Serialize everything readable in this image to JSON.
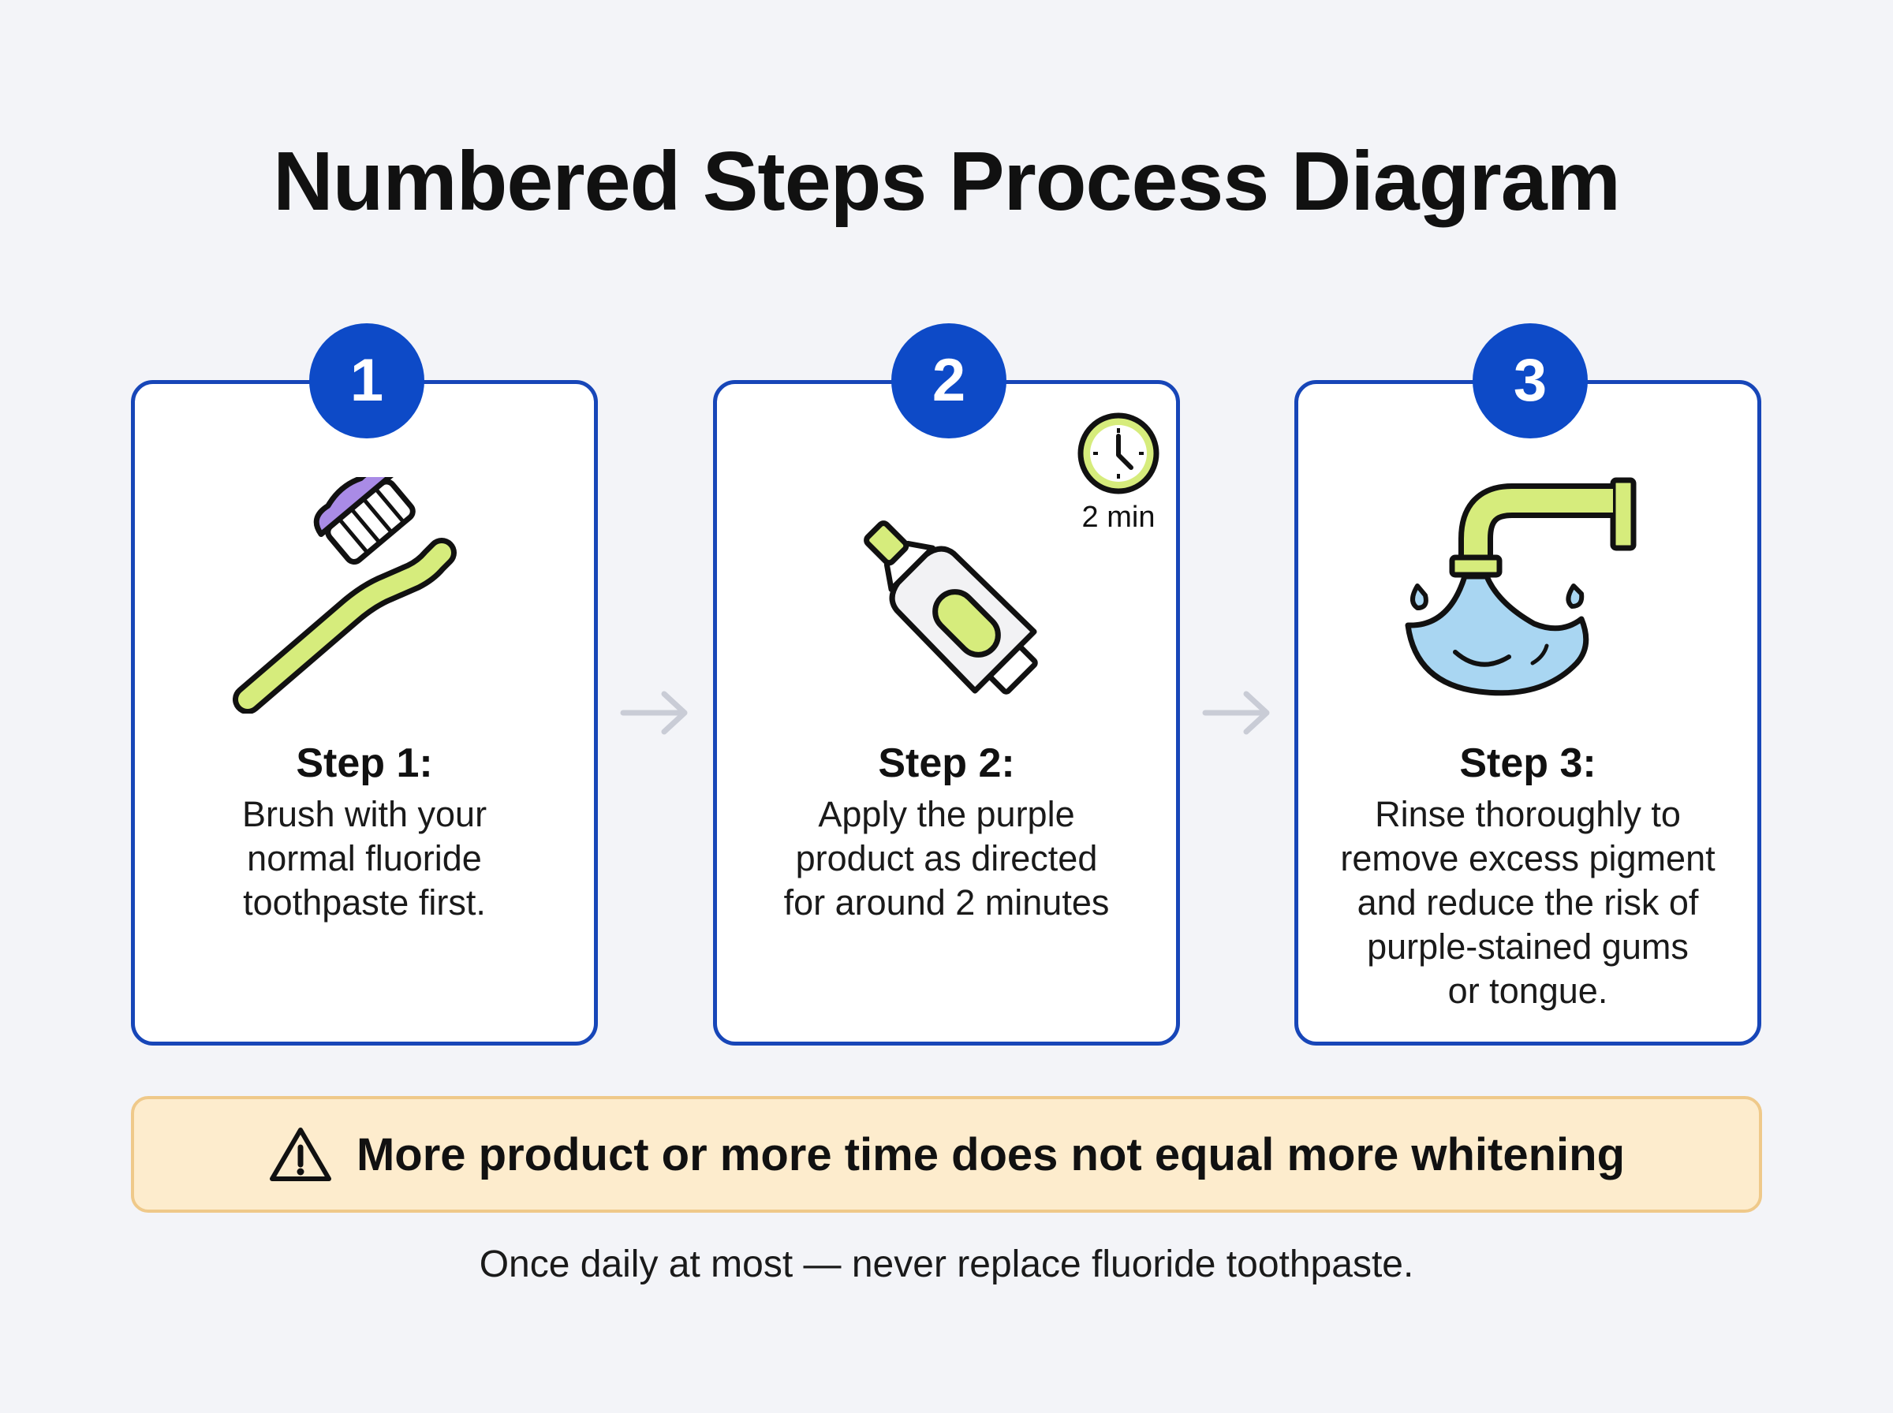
{
  "title": "Numbered Steps Process Diagram",
  "steps": [
    {
      "number": "1",
      "title": "Step 1:",
      "description": "Brush with your\nnormal fluoride\ntoothpaste first.",
      "icon": "toothbrush-icon"
    },
    {
      "number": "2",
      "title": "Step 2:",
      "description": "Apply the purple\nproduct as directed\nfor around 2 minutes",
      "icon": "toothpaste-tube-icon",
      "timer_label": "2 min",
      "timer_icon": "clock-icon"
    },
    {
      "number": "3",
      "title": "Step 3:",
      "description": "Rinse thoroughly to\nremove excess pigment\nand reduce the risk of\npurple-stained gums\nor tongue.",
      "icon": "faucet-water-icon"
    }
  ],
  "arrows": [
    "arrow-right-icon",
    "arrow-right-icon"
  ],
  "warning": {
    "icon": "warning-triangle-icon",
    "text": "More product or more time does not equal more whitening"
  },
  "footnote": "Once daily at most — never replace fluoride toothpaste.",
  "colors": {
    "background": "#f3f4f8",
    "card_border": "#1746b8",
    "badge": "#0d4ac7",
    "accent_green": "#d6ec7c",
    "accent_purple": "#a98be6",
    "water_blue": "#a9d6f2",
    "warning_fill": "#fdeccd",
    "warning_border": "#efc98a",
    "arrow": "#c9ccd6"
  }
}
